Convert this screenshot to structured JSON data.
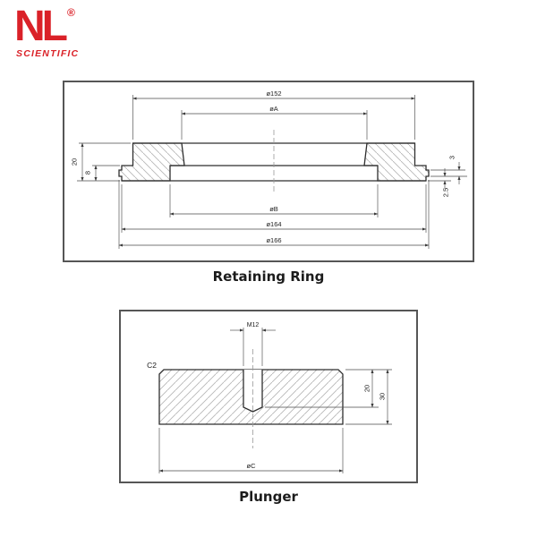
{
  "logo": {
    "brand": "NL",
    "registered": "®",
    "tagline": "SCIENTIFIC",
    "color": "#da2128"
  },
  "retaining_ring": {
    "title": "Retaining Ring",
    "dims": {
      "d152": "ø152",
      "dA": "øA",
      "h20": "20",
      "h8": "8",
      "h3": "3",
      "h25": "2.5",
      "dB": "øB",
      "d164": "ø164",
      "d166": "ø166"
    }
  },
  "plunger": {
    "title": "Plunger",
    "dims": {
      "thread": "M12",
      "chamfer": "C2",
      "depth20": "20",
      "h30": "30",
      "dC": "øC"
    }
  }
}
